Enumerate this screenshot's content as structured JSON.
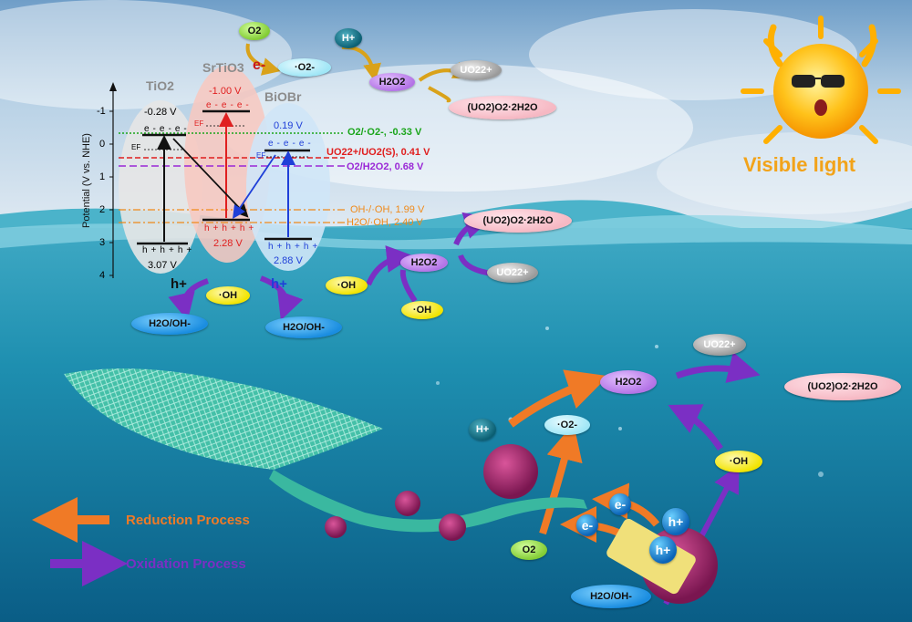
{
  "diagram": {
    "title_visible_light": "Visible light",
    "legend": {
      "reduction": "Reduction Process",
      "oxidation": "Oxidation Process"
    },
    "axis": {
      "label": "Potential (V vs. NHE)",
      "ticks": [
        "-1",
        "0",
        "1",
        "2",
        "3",
        "4"
      ]
    },
    "semiconductors": {
      "tio2": {
        "name": "TiO2",
        "cb": "-0.28 V",
        "vb": "3.07 V",
        "fermi": "EF"
      },
      "srtio3": {
        "name": "SrTiO3",
        "cb": "-1.00 V",
        "vb": "2.28 V",
        "fermi": "EF"
      },
      "biobr": {
        "name": "BiOBr",
        "cb": "0.19 V",
        "vb": "2.88 V",
        "fermi": "EF"
      }
    },
    "potentials": {
      "o2_superoxide": "O2/·O2-, -0.33 V",
      "uranyl": "UO22+/UO2(S), 0.41 V",
      "o2_h2o2": "O2/H2O2, 0.68 V",
      "oh_radical": "OH-/·OH, 1.99 V",
      "h2o_oh": "H2O/·OH, 2.40 V"
    },
    "carriers": {
      "electron": "e-",
      "hole": "h+",
      "hole_big": "h+",
      "electron_big": "e-"
    },
    "species": {
      "o2": "O2",
      "superoxide": "·O2-",
      "hplus": "H+",
      "h2o2": "H2O2",
      "uranyl": "UO22+",
      "product": "(UO2)O2·2H2O",
      "oh": "·OH",
      "h2o_oh": "H2O/OH-"
    }
  }
}
